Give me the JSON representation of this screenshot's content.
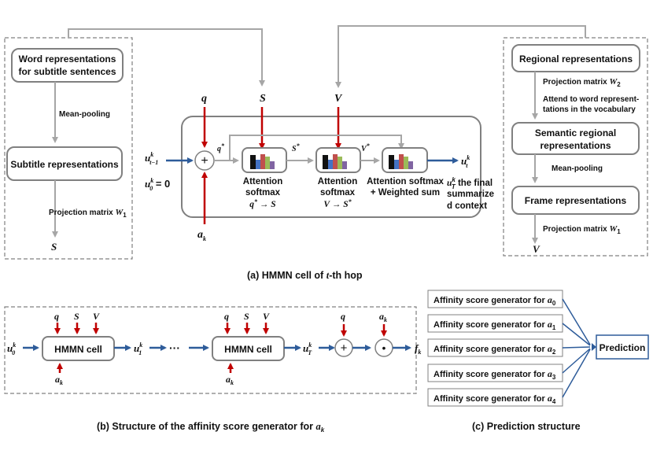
{
  "captions": {
    "a": "(a) HMMN cell of t-th hop",
    "b": "(b) Structure of the affinity score generator for a_k",
    "c": "(c) Prediction structure"
  },
  "left_panel": {
    "word_rep_line1": "Word representations",
    "word_rep_line2": "for subtitle sentences",
    "mean_pooling": "Mean-pooling",
    "subtitle_rep": "Subtitle representations",
    "projection": "Projection matrix W_1",
    "output_symbol": "S"
  },
  "right_panel": {
    "regional_rep": "Regional representations",
    "projection_w2": "Projection matrix W_2",
    "attend_line1": "Attend to word represent-",
    "attend_line2": "tations in the vocabulary",
    "semantic_line1": "Semantic regional",
    "semantic_line2": "representations",
    "mean_pooling": "Mean-pooling",
    "frame_rep": "Frame representations",
    "projection_w1": "Projection matrix W_1",
    "output_symbol": "V"
  },
  "hmmn_cell": {
    "input_q": "q",
    "input_S": "S",
    "input_V": "V",
    "input_a": "a_k",
    "u_prev": "u^k_{t-1}",
    "u0": "u^k_0 = 0",
    "q_star": "q*",
    "s_star": "S*",
    "v_star": "V*",
    "u_out": "u^k_t",
    "plus_symbol": "+",
    "block1_line1": "Attention",
    "block1_line2": "softmax",
    "block1_line3": "q* → S",
    "block2_line1": "Attention",
    "block2_line2": "softmax",
    "block2_line3": "V → S*",
    "block3_line1": "Attention softmax",
    "block3_line2": "+ Weighted sum",
    "final_line1": "u^k_T the final",
    "final_line2": "summarize",
    "final_line3": "d context"
  },
  "generator": {
    "cell_label": "HMMN cell",
    "u0": "u^k_0",
    "u1": "u^k_1",
    "dots": "···",
    "uT": "u^k_T",
    "q": "q",
    "S": "S",
    "V": "V",
    "a": "a_k",
    "plus": "+",
    "dot": "•",
    "f": "f_k"
  },
  "prediction": {
    "items": [
      "Affinity score generator for a_0",
      "Affinity score generator for a_1",
      "Affinity score generator for a_2",
      "Affinity score generator for a_3",
      "Affinity score generator for a_4"
    ],
    "output": "Prediction"
  },
  "colors": {
    "red_arrow": "#c00000",
    "blue_arrow": "#2e5c9a",
    "gray_arrow": "#a6a6a6",
    "box_border": "#808080",
    "bar_black": "#111111",
    "bar_blue": "#4472c4",
    "bar_red": "#c0504d",
    "bar_green": "#9bbb59",
    "bar_purple": "#8064a2"
  }
}
